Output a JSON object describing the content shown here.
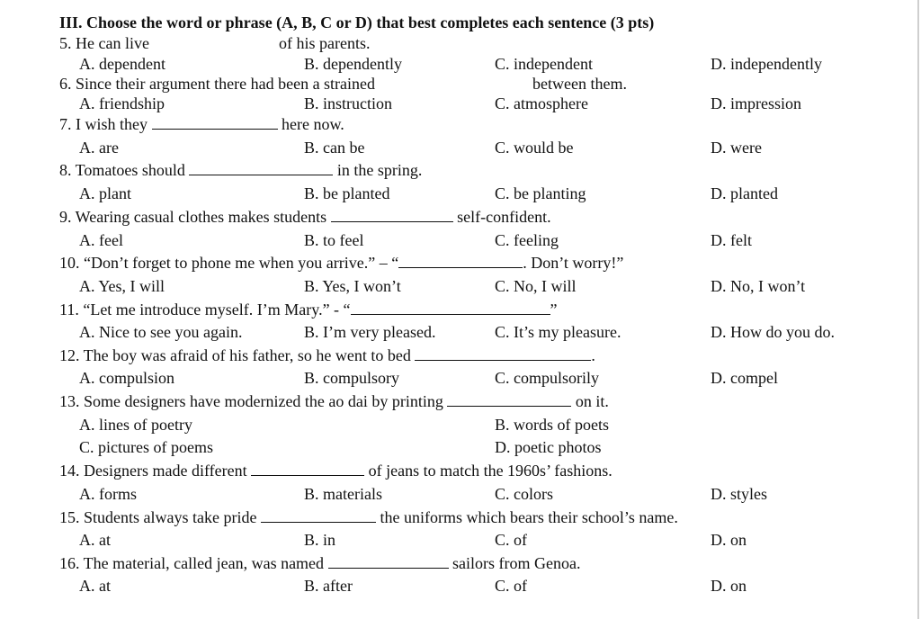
{
  "section_title": "III. Choose the word or phrase (A, B, C or D) that best completes each sentence (3 pts)",
  "questions": [
    {
      "stem_parts": [
        "5. He can live",
        "of his parents."
      ],
      "options": [
        "A. dependent",
        "B. dependently",
        "C. independent",
        "D. independently"
      ]
    },
    {
      "stem_parts": [
        "6. Since their argument there had been a strained",
        "between them."
      ],
      "options": [
        "A. friendship",
        "B. instruction",
        "C. atmosphere",
        "D. impression"
      ]
    },
    {
      "stem_parts": [
        "7. I wish they",
        "here now."
      ],
      "options": [
        "A. are",
        "B. can be",
        "C. would be",
        "D. were"
      ]
    },
    {
      "stem_parts": [
        "8. Tomatoes should",
        "in the spring."
      ],
      "options": [
        "A. plant",
        "B. be planted",
        "C. be planting",
        "D. planted"
      ]
    },
    {
      "stem_parts": [
        "9. Wearing casual clothes makes students",
        "self-confident."
      ],
      "options": [
        "A. feel",
        "B. to feel",
        "C. feeling",
        "D. felt"
      ]
    },
    {
      "stem_parts": [
        "10. “Don’t forget to phone me when you arrive.” – “",
        ". Don’t worry!”"
      ],
      "options": [
        "A. Yes, I will",
        "B. Yes, I won’t",
        "C. No, I will",
        "D. No, I won’t"
      ]
    },
    {
      "stem_parts": [
        "11. “Let me introduce myself. I’m Mary.” - “",
        "”"
      ],
      "options": [
        "A. Nice to see you again.",
        "B. I’m very pleased.",
        "C. It’s my pleasure.",
        "D. How do you do."
      ]
    },
    {
      "stem_parts": [
        "12. The boy was afraid of his father, so he went to bed",
        "."
      ],
      "options": [
        "A. compulsion",
        "B. compulsory",
        "C. compulsorily",
        "D. compel"
      ]
    },
    {
      "stem_parts": [
        "13. Some designers have modernized the ao dai by printing",
        "on it."
      ],
      "options": [
        "A. lines of poetry",
        "B. words of poets",
        "C. pictures of poems",
        "D. poetic photos"
      ]
    },
    {
      "stem_parts": [
        "14. Designers made different",
        "of jeans to match the 1960s’ fashions."
      ],
      "options": [
        "A. forms",
        "B. materials",
        "C. colors",
        "D. styles"
      ]
    },
    {
      "stem_parts": [
        "15. Students always take pride",
        "the uniforms which bears their school’s name."
      ],
      "options": [
        "A. at",
        "B. in",
        "C. of",
        "D. on"
      ]
    },
    {
      "stem_parts": [
        "16. The material, called jean, was named",
        "sailors from Genoa."
      ],
      "options": [
        "A. at",
        "B. after",
        "C. of",
        "D. on"
      ]
    }
  ]
}
